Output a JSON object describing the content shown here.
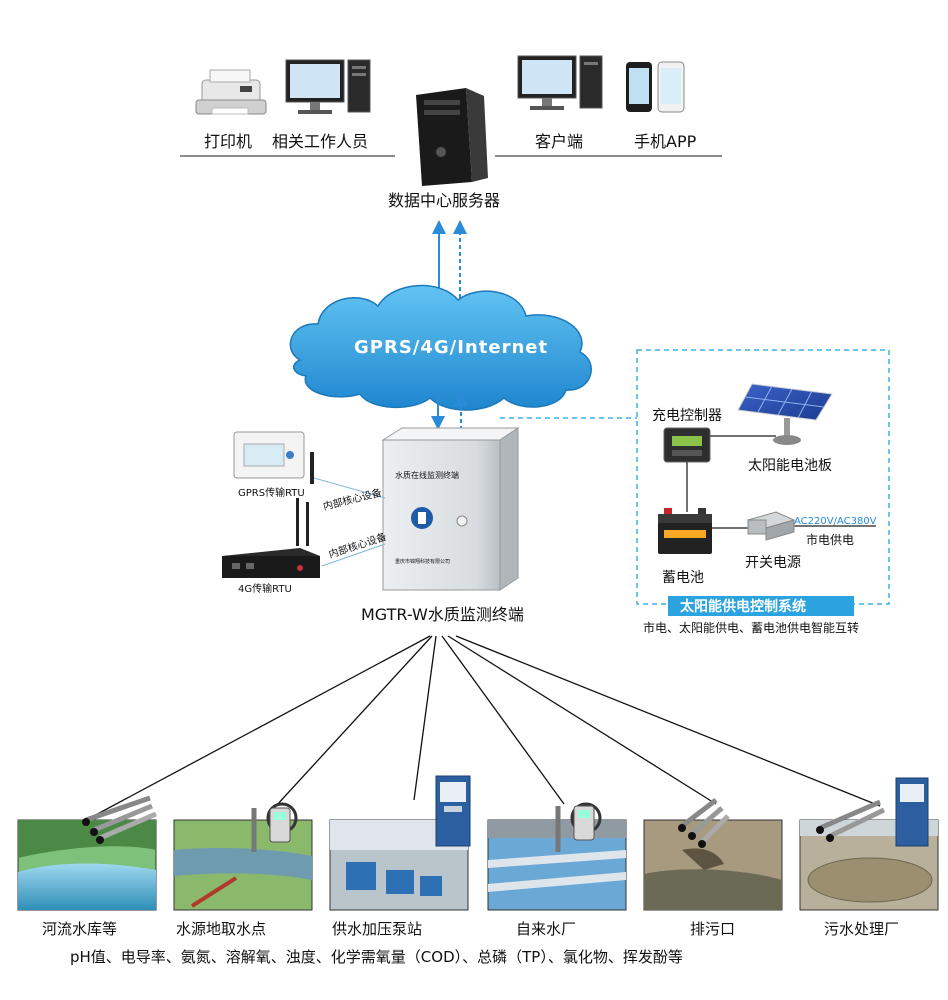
{
  "top": {
    "printer": "打印机",
    "staff": "相关工作人员",
    "client": "客户端",
    "mobile_app": "手机APP",
    "server": "数据中心服务器"
  },
  "network": {
    "cloud_label": "GPRS/4G/Internet"
  },
  "terminal": {
    "cabinet_label": "水质在线监测终端",
    "cabinet_company": "重庆市锦翔科技有限公司",
    "name": "MGTR-W水质监测终端"
  },
  "rtu": {
    "gprs": "GPRS传输RTU",
    "lte": "4G传输RTU",
    "core_label_1": "内部核心设备",
    "core_label_2": "内部核心设备"
  },
  "solar": {
    "charge_controller": "充电控制器",
    "solar_panel": "太阳能电池板",
    "battery": "蓄电池",
    "switch_power": "开关电源",
    "grid_voltage": "AC220V/AC380V",
    "grid_power": "市电供电",
    "system_title": "太阳能供电控制系统",
    "system_desc": "市电、太阳能供电、蓄电池供电智能互转"
  },
  "sites": [
    {
      "label": "河流水库等"
    },
    {
      "label": "水源地取水点"
    },
    {
      "label": "供水加压泵站"
    },
    {
      "label": "自来水厂"
    },
    {
      "label": "排污口"
    },
    {
      "label": "污水处理厂"
    }
  ],
  "parameters": "pH值、电导率、氨氮、溶解氧、浊度、化学需氧量（COD）、总磷（TP）、氯化物、挥发酚等",
  "colors": {
    "arrow": "#2a8bd8",
    "cloud": "#3aa7e6",
    "dashed_box": "#38b3e6",
    "system_title_bg": "#2aa3e0"
  }
}
